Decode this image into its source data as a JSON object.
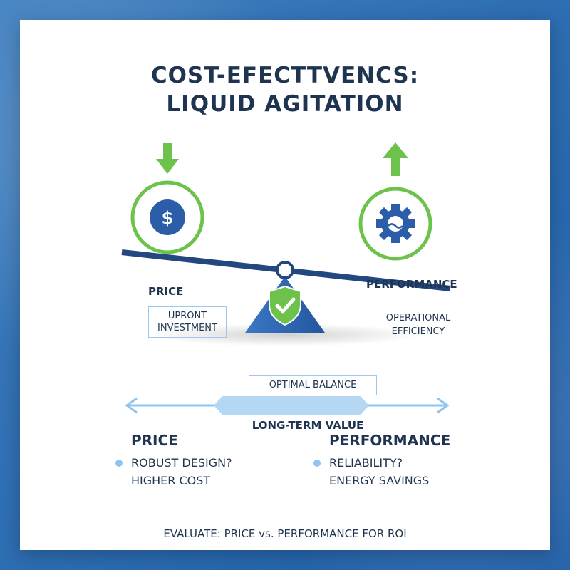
{
  "title": {
    "line1": "COST-EFECTTVENCS:",
    "line2": "LIQUID AGITATION"
  },
  "scale": {
    "left_label": "PRICE",
    "left_box": {
      "line1": "UPRONT",
      "line2": "INVESTMENT"
    },
    "right_label": "PERFORMANCE",
    "right_sub": {
      "line1": "OPERATIONAL",
      "line2": "EFFICIENCY"
    },
    "center_box": "OPTIMAL BALANCE"
  },
  "value_bar": {
    "label": "LONG-TERM VALUE"
  },
  "columns": [
    {
      "heading": "PRICE",
      "lines": [
        "ROBUST DESIGN?",
        "HIGHER COST"
      ]
    },
    {
      "heading": "PERFORMANCE",
      "lines": [
        "RELIABILITY?",
        "ENERGY SAVINGS"
      ]
    }
  ],
  "footer": "EVALUATE: PRICE vs. PERFORMANCE FOR ROI",
  "icons": {
    "left_arrow": "arrow-down-icon",
    "left_circle": "dollar-icon",
    "right_arrow": "arrow-up-icon",
    "right_circle": "gear-icon",
    "fulcrum": "shield-check-icon"
  },
  "colors": {
    "green": "#6cc24a",
    "blue": "#2c5da8",
    "navy": "#1e3450",
    "light_blue": "#8ec4f0"
  }
}
